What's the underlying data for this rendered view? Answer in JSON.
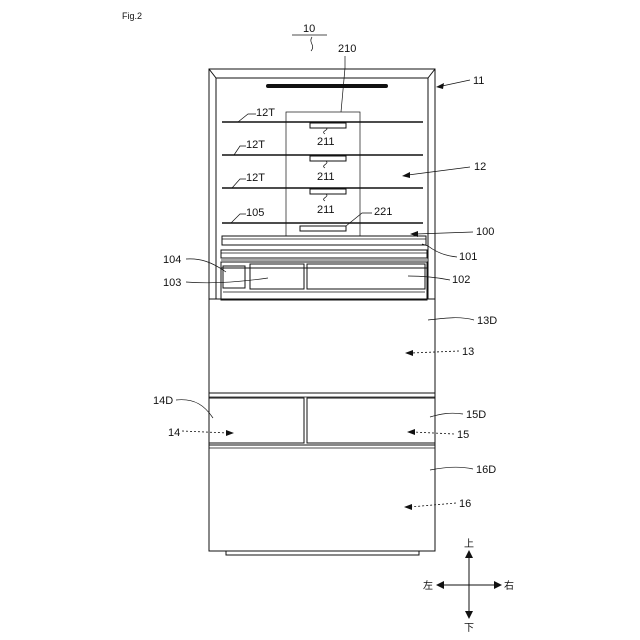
{
  "figure_label": "Fig.2",
  "labels": {
    "l10": "10",
    "l210": "210",
    "l11": "11",
    "l12T_1": "12T",
    "l12T_2": "12T",
    "l12T_3": "12T",
    "l211_1": "211",
    "l211_2": "211",
    "l211_3": "211",
    "l12": "12",
    "l105": "105",
    "l221": "221",
    "l100": "100",
    "l101": "101",
    "l104": "104",
    "l103": "103",
    "l102": "102",
    "l13D": "13D",
    "l13": "13",
    "l14D": "14D",
    "l14": "14",
    "l15D": "15D",
    "l15": "15",
    "l16D": "16D",
    "l16": "16"
  },
  "directions": {
    "up": "上",
    "down": "下",
    "left": "左",
    "right": "右"
  }
}
